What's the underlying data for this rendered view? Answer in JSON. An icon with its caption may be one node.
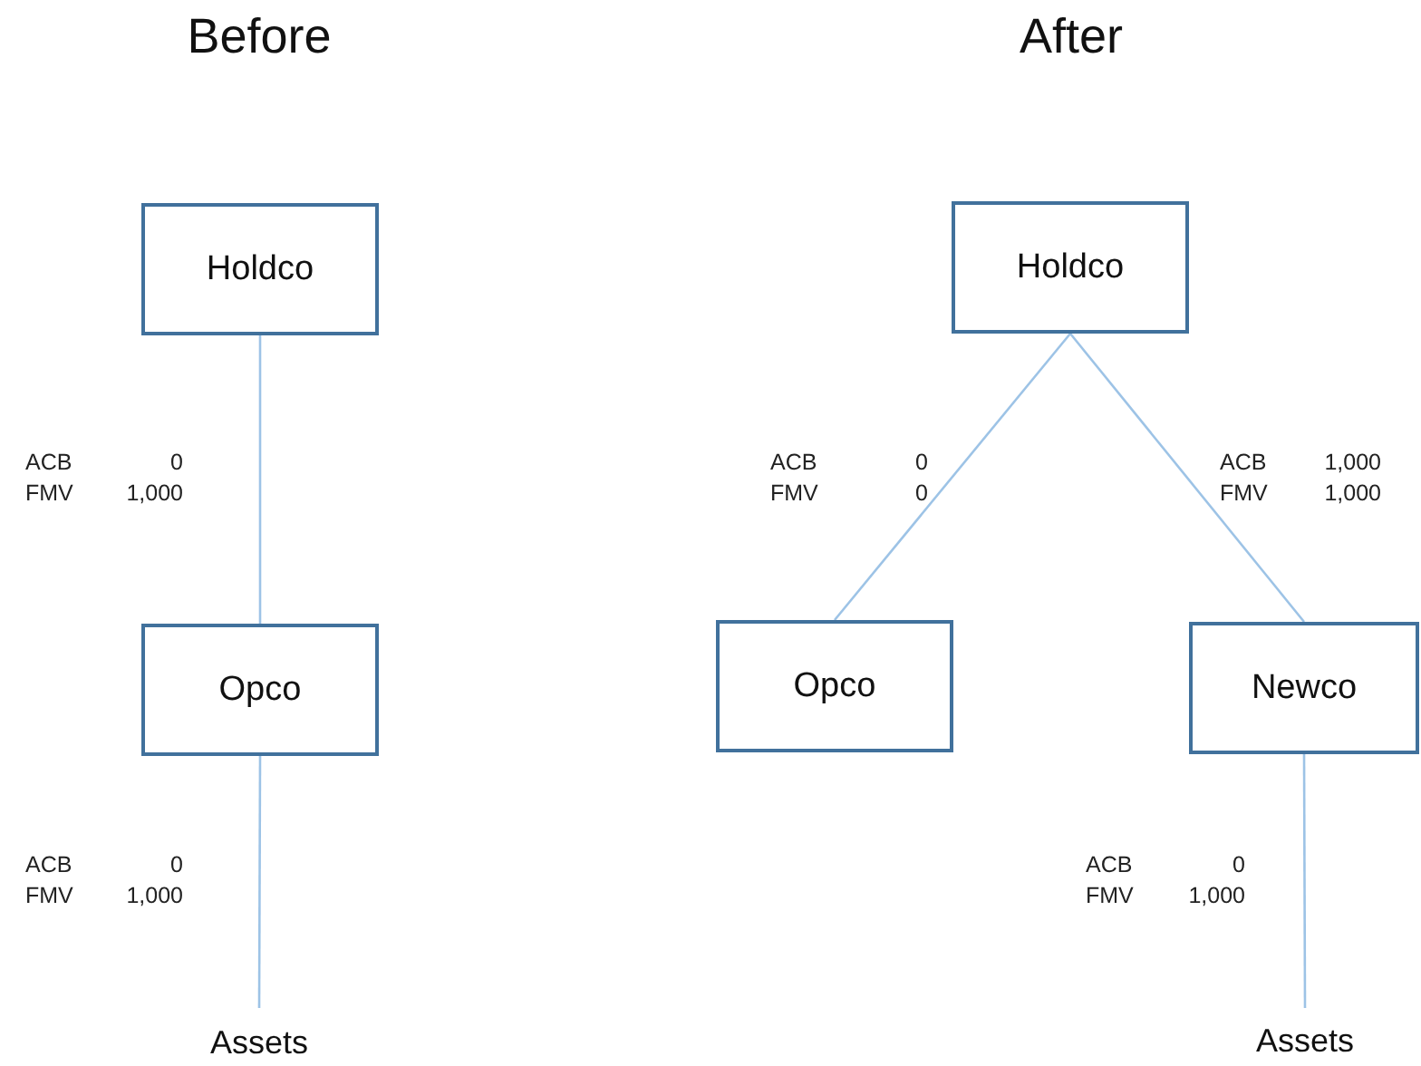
{
  "diagram": {
    "nodes": [
      {
        "text": [
          "Holdco"
        ]
      },
      {
        "text": [
          "Opco"
        ]
      },
      {
        "text": [
          "Assets"
        ]
      },
      {
        "text": [
          "Holdco"
        ]
      },
      {
        "text": [
          "Opco"
        ]
      },
      {
        "text": [
          "Newco"
        ]
      },
      {
        "text": [
          "Assets"
        ]
      }
    ],
    "edges": [
      {
        "from": 0,
        "to": 1,
        "arrow": "none"
      },
      {
        "from": 1,
        "to": 2,
        "arrow": "none"
      },
      {
        "from": 3,
        "to": 4,
        "arrow": "none"
      },
      {
        "from": 3,
        "to": 5,
        "arrow": "none"
      },
      {
        "from": 5,
        "to": 6,
        "arrow": "none"
      }
    ],
    "labels": [
      "Before",
      "After",
      "ACB",
      "0",
      "FMV",
      "1,000",
      "ACB",
      "0",
      "FMV",
      "0",
      "ACB",
      "1,000",
      "FMV",
      "1,000",
      "ACB",
      "0",
      "FMV",
      "1,000",
      "ACB",
      "0",
      "FMV",
      "1,000"
    ]
  }
}
